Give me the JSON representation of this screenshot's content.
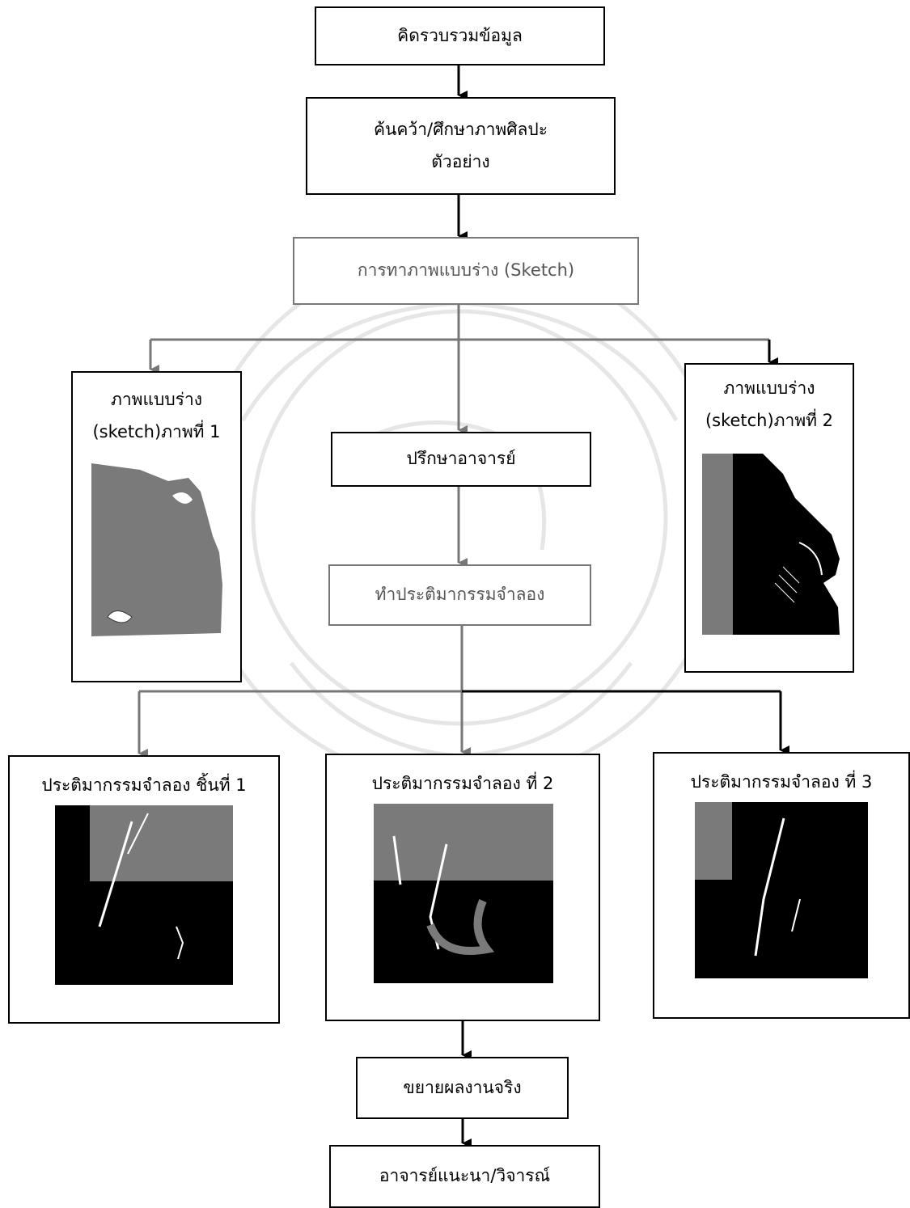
{
  "nodes": {
    "gather": "คิดรวบรวมข้อมูล",
    "research_line1": "ค้นคว้า/ศึกษาภาพศิลปะ",
    "research_line2": "ตัวอย่าง",
    "sketching": "การทาภาพแบบร่าง (Sketch)",
    "sketch1_line1": "ภาพแบบร่าง",
    "sketch1_line2": "(sketch)ภาพที่ 1",
    "consult": "ปรึกษาอาจารย์",
    "model_make": "ทำประติมากรรมจำลอง",
    "sketch2_line1": "ภาพแบบร่าง",
    "sketch2_line2": "(sketch)ภาพที่ 2",
    "model1": "ประติมากรรมจำลอง ชิ้นที่ 1",
    "model2": "ประติมากรรมจำลอง ที่ 2",
    "model3": "ประติมากรรมจำลอง ที่ 3",
    "enlarge": "ขยายผลงานจริง",
    "advisor": "อาจารย์แนะนา/วิจารณ์"
  },
  "colors": {
    "primary": "#000000",
    "secondary": "#777777",
    "photo_grey": "#7a7a7a"
  }
}
